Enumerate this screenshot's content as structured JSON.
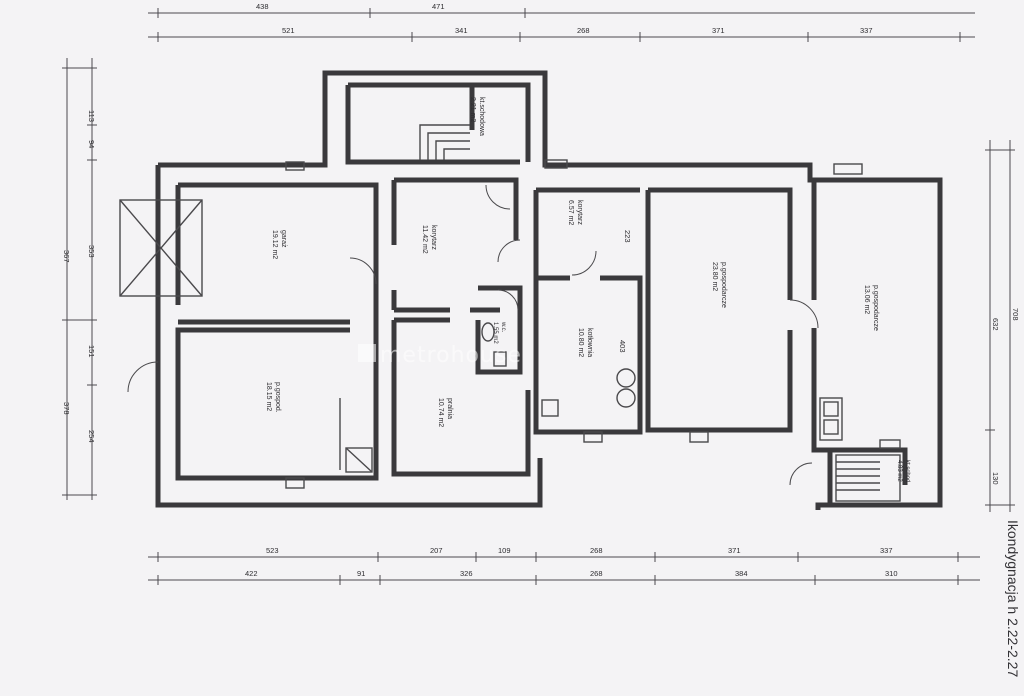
{
  "watermark": "metrohouse",
  "caption": "Ikondygnacja h 2.22-2.27",
  "top_dims_row1": [
    "438",
    "471"
  ],
  "top_dims_row2": [
    "521",
    "341",
    "268",
    "371",
    "337"
  ],
  "bottom_dims_row1": [
    "523",
    "207",
    "109",
    "268",
    "371",
    "337"
  ],
  "bottom_dims_row2": [
    "422",
    "91",
    "326",
    "268",
    "384",
    "310"
  ],
  "left_dims_inner": [
    "113",
    "94",
    "353",
    "151",
    "254"
  ],
  "left_dims_outer": [
    "367",
    "378"
  ],
  "right_dims_inner": [
    "632",
    "130"
  ],
  "right_dims_outer": [
    "708"
  ],
  "inline_dims": [
    "223",
    "403"
  ],
  "rooms": {
    "schowek": {
      "name": "kt.schodowa",
      "area": "2.21 m2"
    },
    "garaz": {
      "name": "garaż",
      "area": "19.12 m2"
    },
    "korytarz1": {
      "name": "korytarz",
      "area": "11.42 m2"
    },
    "korytarz2": {
      "name": "korytarz",
      "area": "6.57 m2"
    },
    "pom_gosp": {
      "name": "p.gospod.",
      "area": "18.15 m2"
    },
    "wc": {
      "name": "w.c.",
      "area": "1.55 m2"
    },
    "pralnia": {
      "name": "pralnia",
      "area": "10.74 m2"
    },
    "kotlownia": {
      "name": "kotłownia",
      "area": "10.80 m2"
    },
    "piwnica1": {
      "name": "p.gospodarcze",
      "area": "23.80 m2"
    },
    "piwnica2": {
      "name": "p.gospodarcze",
      "area": "13.06 m2"
    },
    "klatka": {
      "name": "kt.schod.",
      "area": "4.83 m2"
    }
  }
}
